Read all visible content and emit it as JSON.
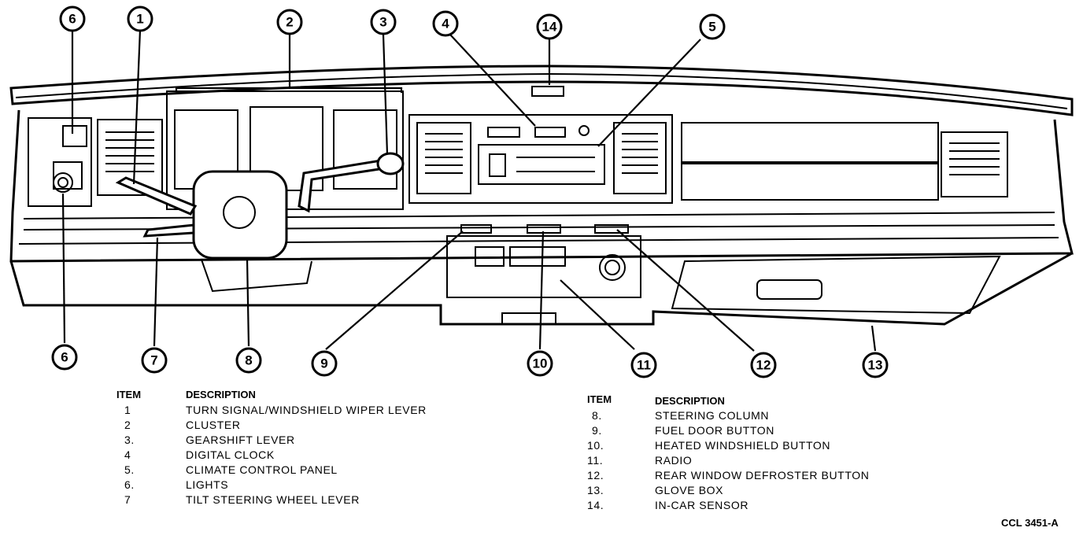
{
  "callouts": [
    "1",
    "2",
    "3",
    "4",
    "5",
    "6",
    "7",
    "8",
    "9",
    "10",
    "11",
    "12",
    "13",
    "14"
  ],
  "legend": {
    "headers": {
      "item": "ITEM",
      "description": "DESCRIPTION"
    },
    "left": [
      {
        "num": "1",
        "text": "TURN SIGNAL/WINDSHIELD WIPER LEVER"
      },
      {
        "num": "2",
        "text": "CLUSTER"
      },
      {
        "num": "3.",
        "text": "GEARSHIFT LEVER"
      },
      {
        "num": "4",
        "text": "DIGITAL CLOCK"
      },
      {
        "num": "5.",
        "text": "CLIMATE CONTROL PANEL"
      },
      {
        "num": "6.",
        "text": "LIGHTS"
      },
      {
        "num": "7",
        "text": "TILT STEERING WHEEL LEVER"
      }
    ],
    "right": [
      {
        "num": "8.",
        "text": "STEERING COLUMN"
      },
      {
        "num": "9.",
        "text": "FUEL DOOR BUTTON"
      },
      {
        "num": "10.",
        "text": "HEATED WINDSHIELD BUTTON"
      },
      {
        "num": "11.",
        "text": "RADIO"
      },
      {
        "num": "12.",
        "text": "REAR WINDOW DEFROSTER BUTTON"
      },
      {
        "num": "13.",
        "text": "GLOVE BOX"
      },
      {
        "num": "14.",
        "text": "IN-CAR SENSOR"
      }
    ]
  },
  "figure_code": "CCL 3451-A"
}
